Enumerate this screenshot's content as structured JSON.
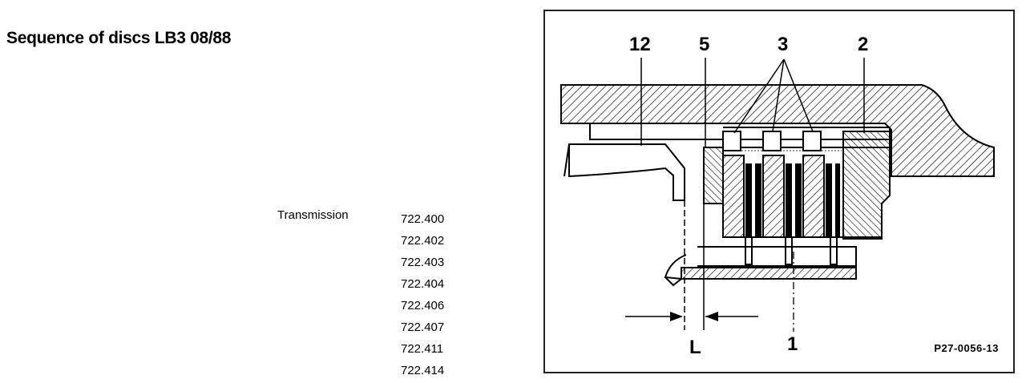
{
  "document": {
    "title": "Sequence of discs LB3 08/88",
    "transmission_label": "Transmission",
    "transmission_models": [
      "722.400",
      "722.402",
      "722.403",
      "722.404",
      "722.406",
      "722.407",
      "722.411",
      "722.414"
    ]
  },
  "figure": {
    "callouts": [
      "12",
      "5",
      "3",
      "2",
      "L",
      "1"
    ],
    "reference_code": "P27-0056-13"
  }
}
